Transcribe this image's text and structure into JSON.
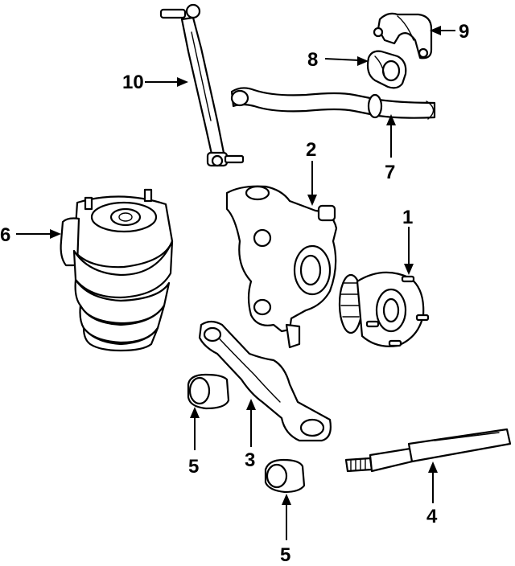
{
  "diagram": {
    "parts": [
      {
        "id": "hub",
        "label": "1",
        "icon": "wheel-hub-bearing"
      },
      {
        "id": "knuckle",
        "label": "2",
        "icon": "steering-knuckle"
      },
      {
        "id": "lower-arm",
        "label": "3",
        "icon": "lower-control-arm"
      },
      {
        "id": "tie-rod",
        "label": "4",
        "icon": "tie-rod"
      },
      {
        "id": "bushing-a",
        "label": "5",
        "icon": "bushing"
      },
      {
        "id": "bushing-b",
        "label": "5",
        "icon": "bushing"
      },
      {
        "id": "air-spring",
        "label": "6",
        "icon": "air-spring"
      },
      {
        "id": "stabilizer-bar",
        "label": "7",
        "icon": "stabilizer-bar"
      },
      {
        "id": "bar-bushing",
        "label": "8",
        "icon": "stabilizer-bushing"
      },
      {
        "id": "bracket",
        "label": "9",
        "icon": "bushing-bracket"
      },
      {
        "id": "link",
        "label": "10",
        "icon": "stabilizer-link"
      }
    ]
  }
}
